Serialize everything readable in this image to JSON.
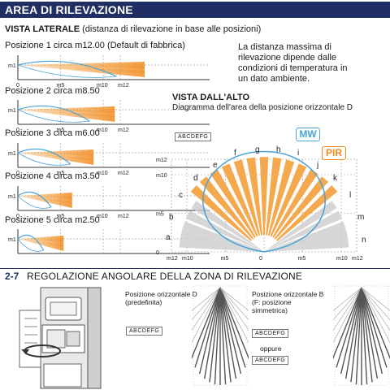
{
  "header": {
    "title": "AREA DI RILEVAZIONE"
  },
  "side_view": {
    "title_bold": "VISTA LATERALE",
    "title_rest": " (distanza di rilevazione in base alle posizioni)",
    "positions": [
      "Posizione 1 circa m12.00 (Default di fabbrica)",
      "Posizione 2 circa m8.50",
      "Posizione 3 circa m6.00",
      "Posizione 4 circa m3.50",
      "Posizione 5 circa m2.50"
    ],
    "axis_m1": "m1",
    "axis_zero": "0",
    "axis_m5": "m5",
    "axis_m10": "m10",
    "axis_m12": "m12"
  },
  "description": {
    "lines": [
      "La distanza massima di",
      "rilevazione dipende dalle",
      "condizioni di temperatura in",
      "un dato ambiente."
    ]
  },
  "top_view": {
    "title": "VISTA DALL'ALTO",
    "subtitle": "Diagramma dell'area della posizione orizzontale D",
    "sensor_text": "ABCDEFG",
    "mw_label": "MW",
    "pir_label": "PIR",
    "zone_letters": [
      "a",
      "b",
      "c",
      "d",
      "e",
      "f",
      "g",
      "h",
      "i",
      "j",
      "k",
      "l",
      "m",
      "n"
    ],
    "y_ticks": [
      "m12",
      "m10",
      "m5",
      "0"
    ],
    "x_ticks": [
      "m12",
      "m10",
      "m5",
      "0",
      "m5",
      "m10",
      "m12"
    ],
    "colors": {
      "pir": "#f5a94f",
      "mw": "#4aa3d8",
      "inactive": "#cccccc",
      "header": "#1f2e63"
    }
  },
  "section_2_7": {
    "number": "2-7",
    "title": "REGOLAZIONE ANGOLARE DELLA ZONA DI RILEVAZIONE",
    "pos_d_label": "Posizione orizzontale D",
    "pos_d_sub": "(predefinita)",
    "pos_b_label": "Posizione orizzontale B",
    "pos_b_sub1": "(F: posizione",
    "pos_b_sub2": "simmetrica)",
    "oppure": "oppure",
    "strip_text": "ABCDEFG"
  }
}
